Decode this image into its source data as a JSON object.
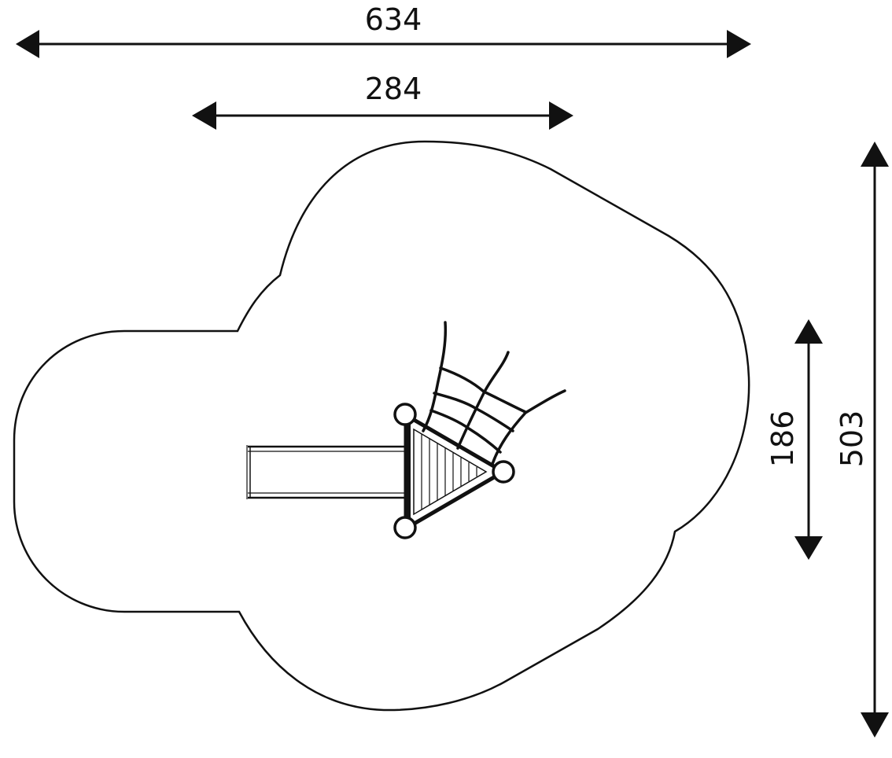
{
  "dimensions": {
    "overall_width": "634",
    "equipment_width": "284",
    "equipment_depth": "186",
    "overall_depth": "503"
  },
  "colors": {
    "line": "#111111",
    "background": "#ffffff"
  }
}
